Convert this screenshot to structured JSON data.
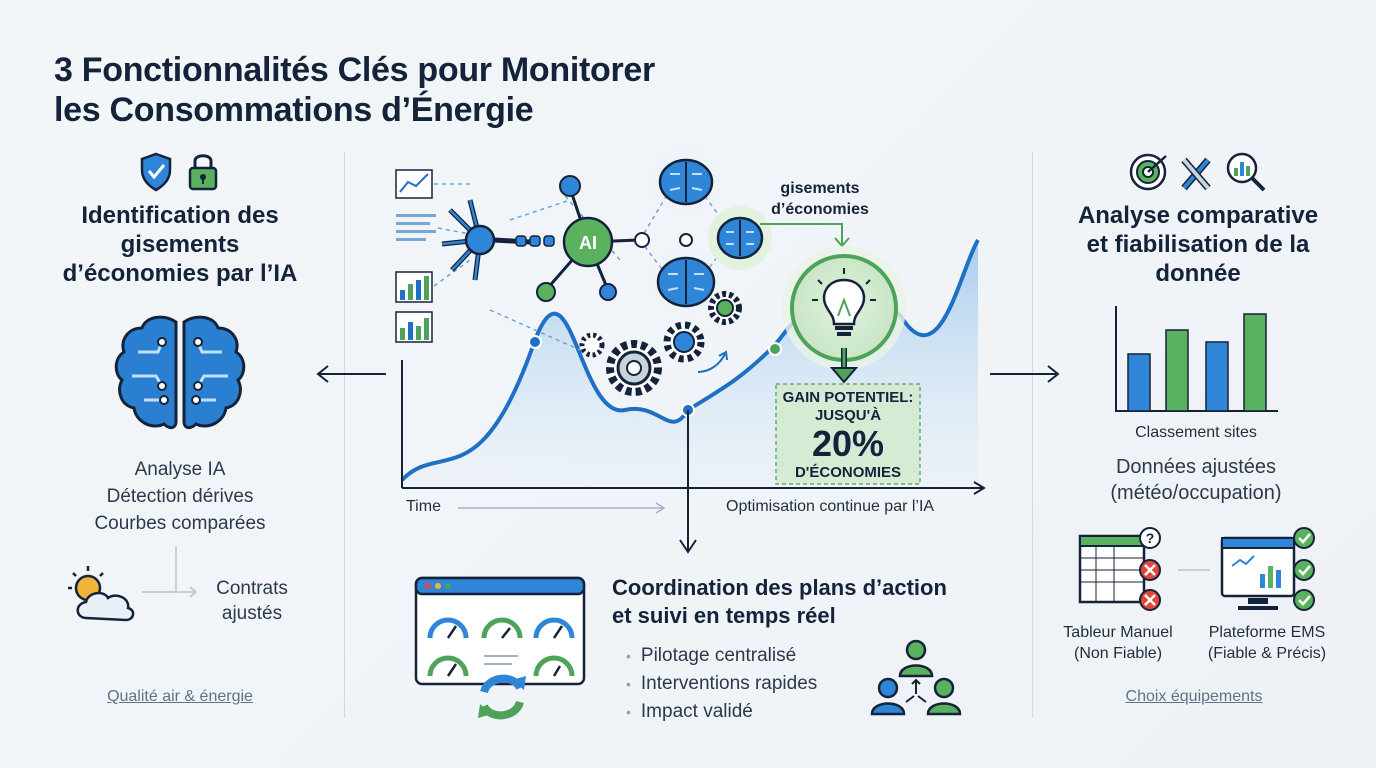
{
  "title": {
    "line1": "3 Fonctionnalités Clés pour Monitorer",
    "line2": "les Consommations d’Énergie"
  },
  "left": {
    "heading": [
      "Identification des",
      "gisements",
      "d’économies par l’IA"
    ],
    "features": [
      "Analyse IA",
      "Détection dérives",
      "Courbes comparées"
    ],
    "contracts": [
      "Contrats",
      "ajustés"
    ],
    "link": "Qualité air & énergie"
  },
  "center": {
    "ai_label": "AI",
    "callout": [
      "gisements",
      "d’économies"
    ],
    "gain": {
      "line1": "GAIN POTENTIEL:",
      "line2": "JUSQU'À",
      "value": "20%",
      "line3": "D'ÉCONOMIES"
    },
    "time_label": "Time",
    "optim_label": "Optimisation continue par l’IA"
  },
  "bottom": {
    "heading": [
      "Coordination des plans d’action",
      "et suivi en temps réel"
    ],
    "bullets": [
      "Pilotage centralisé",
      "Interventions rapides",
      "Impact validé"
    ]
  },
  "right": {
    "heading": [
      "Analyse comparative",
      "et fiabilisation de la",
      "donnée"
    ],
    "chart_label": "Classement sites",
    "adjusted": [
      "Données ajustées",
      "(météo/occupation)"
    ],
    "tableur": [
      "Tableur Manuel",
      "(Non Fiable)"
    ],
    "ems": [
      "Plateforme EMS",
      "(Fiable & Précis)"
    ],
    "link": "Choix équipements"
  },
  "colors": {
    "blue": "#1f6fc5",
    "green": "#4ea35a",
    "navy": "#14233a",
    "red": "#e0463c"
  }
}
